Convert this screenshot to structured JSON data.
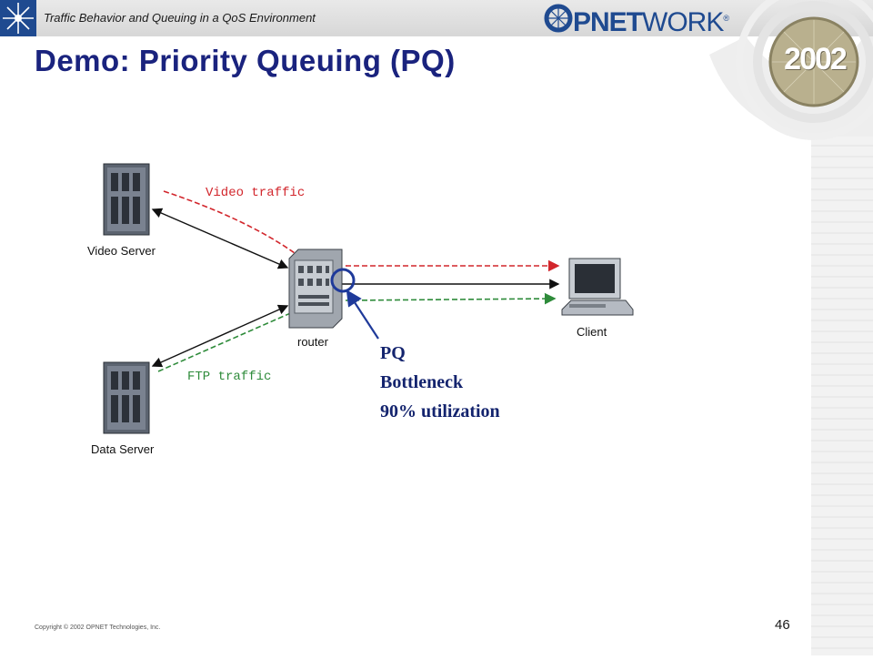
{
  "header": {
    "subtitle": "Traffic Behavior and Queuing in a QoS Environment",
    "logo": {
      "part1": "PNET",
      "part2": "WORK",
      "mark": "®",
      "badge": "2002"
    }
  },
  "title": "Demo:  Priority Queuing (PQ)",
  "diagram": {
    "nodes": {
      "video_server": "Video Server",
      "data_server": "Data Server",
      "router": "router",
      "client": "Client"
    },
    "traffic": {
      "video": "Video traffic",
      "ftp": "FTP traffic"
    },
    "annotation": [
      "PQ",
      "Bottleneck",
      "90% utilization"
    ],
    "colors": {
      "video": "#d2262c",
      "ftp": "#2e8b3a",
      "link": "#111111",
      "callout": "#1f3a9a"
    }
  },
  "footer": {
    "copyright": "Copyright © 2002 OPNET Technologies, Inc.",
    "page_number": "46"
  }
}
